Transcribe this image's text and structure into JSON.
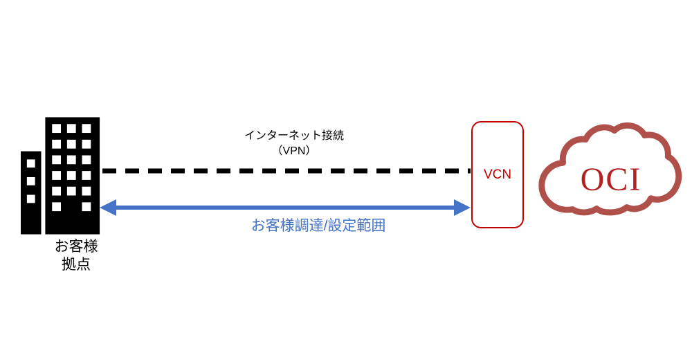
{
  "diagram": {
    "building": {
      "label_line1": "お客様",
      "label_line2": "拠点"
    },
    "connection": {
      "label_line1": "インターネット接続",
      "label_line2": "（VPN）"
    },
    "scope": {
      "label": "お客様調達/設定範囲"
    },
    "vcn": {
      "label": "VCN"
    },
    "cloud": {
      "label": "OCI"
    },
    "icons": {
      "building": "building-icon",
      "cloud": "cloud-icon"
    },
    "colors": {
      "arrow_blue": "#4472C4",
      "vcn_red": "#C00000",
      "cloud_maroon": "#B0504A",
      "oci_text_red": "#B22222",
      "line_black": "#000000"
    }
  }
}
